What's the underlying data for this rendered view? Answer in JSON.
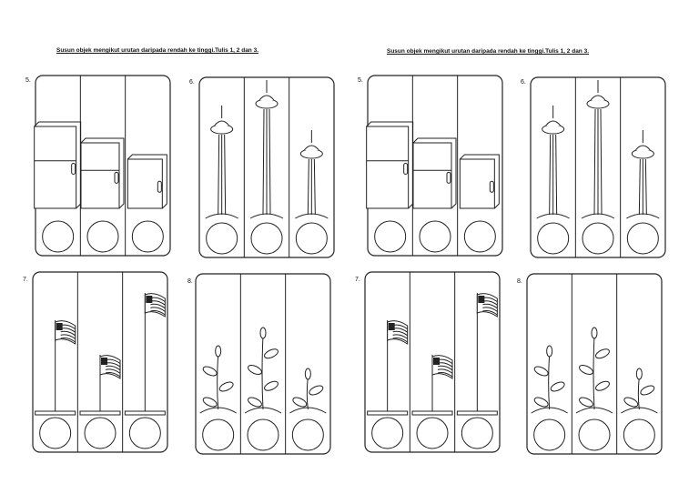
{
  "worksheets": [
    {
      "title": "Susun objek mengikut urutan daripada rendah ke tinggi.Tulis 1, 2 dan 3.",
      "questions": [
        {
          "number": "5.",
          "object": "fridge",
          "sizes": [
            3,
            2,
            1
          ]
        },
        {
          "number": "6.",
          "object": "tower",
          "sizes": [
            2,
            3,
            1
          ]
        },
        {
          "number": "7.",
          "object": "flag",
          "sizes": [
            2,
            1,
            3
          ]
        },
        {
          "number": "8.",
          "object": "plant",
          "sizes": [
            2,
            3,
            1
          ]
        }
      ]
    },
    {
      "title": "Susun objek mengikut urutan daripada rendah ke tinggi.Tulis 1, 2 dan 3.",
      "questions": [
        {
          "number": "5.",
          "object": "fridge",
          "sizes": [
            3,
            2,
            1
          ]
        },
        {
          "number": "6.",
          "object": "tower",
          "sizes": [
            2,
            3,
            1
          ]
        },
        {
          "number": "7.",
          "object": "flag",
          "sizes": [
            2,
            1,
            3
          ]
        },
        {
          "number": "8.",
          "object": "plant",
          "sizes": [
            2,
            3,
            1
          ]
        }
      ]
    }
  ]
}
